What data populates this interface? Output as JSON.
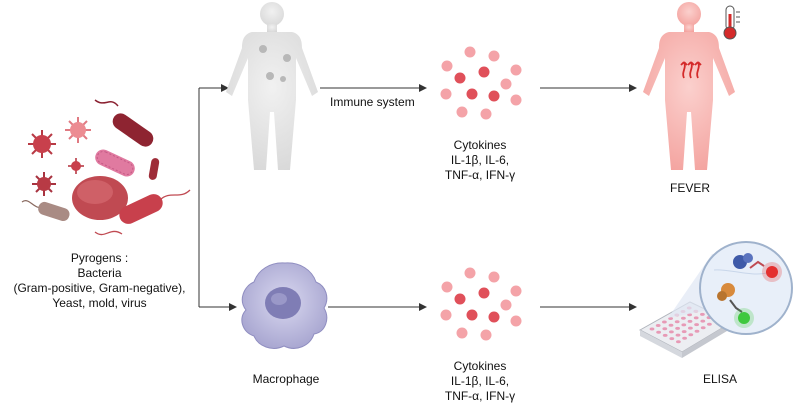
{
  "pyrogens": {
    "title": "Pyrogens :",
    "line1": "Bacteria",
    "line2": "(Gram-positive, Gram-negative),",
    "line3": "Yeast, mold, virus"
  },
  "top_path": {
    "arrow_label": "Immune system",
    "cytokines_title": "Cytokines",
    "cytokines_line1": "IL-1β, IL-6,",
    "cytokines_line2": "TNF-α, IFN-γ",
    "outcome": "FEVER"
  },
  "bottom_path": {
    "source": "Macrophage",
    "cytokines_title": "Cytokines",
    "cytokines_line1": "IL-1β, IL-6,",
    "cytokines_line2": "TNF-α, IFN-γ",
    "outcome": "ELISA"
  },
  "icons": {
    "body": "human-body-icon",
    "fever_body": "fever-body-icon",
    "thermometer": "thermometer-icon",
    "macrophage": "macrophage-icon",
    "cytokine_cluster": "cytokine-cluster-icon",
    "elisa": "elisa-plate-icon",
    "microbes": "pathogen-cluster-icon"
  },
  "colors": {
    "cytokine_dark": "#e0505a",
    "cytokine_light": "#f4a3a8",
    "fever_skin": "#f7b4b0",
    "body_gray": "#e6e6e6",
    "macrophage": "#b9b8dc",
    "arrow": "#333333"
  }
}
